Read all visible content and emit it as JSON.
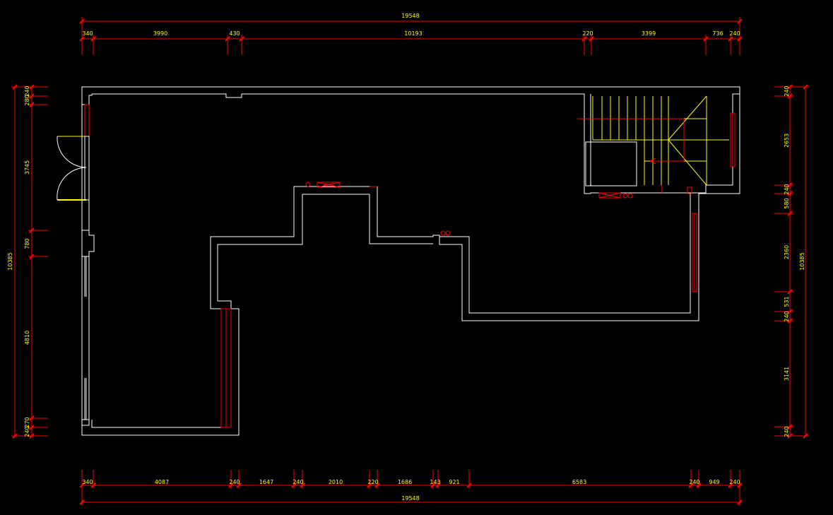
{
  "drawing": {
    "colors": {
      "background": "#000000",
      "walls": "#ffffff",
      "dimensions": "#ff0000",
      "dimension_text": "#ffff00",
      "stairs": "#ffff00"
    },
    "top_dimensions": {
      "overall": "19548",
      "segments": [
        "340",
        "3990",
        "430",
        "10193",
        "220",
        "3399",
        "736",
        "240"
      ]
    },
    "bottom_dimensions": {
      "overall": "19548",
      "segments": [
        "340",
        "4087",
        "240",
        "1647",
        "240",
        "2010",
        "220",
        "1686",
        "143",
        "921",
        "6583",
        "240",
        "949",
        "240"
      ]
    },
    "left_dimensions": {
      "overall": "10385",
      "segments": [
        "240",
        "280",
        "3745",
        "780",
        "4810",
        "270",
        "240"
      ]
    },
    "right_dimensions": {
      "overall": "10385",
      "segments": [
        "240",
        "2653",
        "240",
        "580",
        "2360",
        "531",
        "240",
        "3141",
        "240"
      ]
    }
  }
}
